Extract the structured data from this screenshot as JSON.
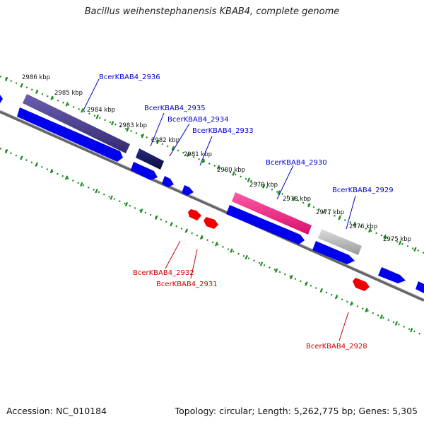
{
  "title": "Bacillus weihenstephanensis KBAB4, complete genome",
  "footer": {
    "accession": "Accession: NC_010184",
    "summary": "Topology: circular; Length: 5,262,775 bp; Genes: 5,305"
  },
  "colors": {
    "forward_gene": "#0000ee",
    "reverse_gene": "#ee0000",
    "forward_label": "#0000cc",
    "reverse_label": "#cc0000",
    "tick_dots": "#1a8a1a",
    "backbone": "#777777",
    "cog_purple": "#4a3f8f",
    "cog_navy": "#1a1a60",
    "cog_magenta": "#ee2080",
    "cog_grey": "#b8b8b8"
  },
  "tick_labels": [
    "2986 kbp",
    "2985 kbp",
    "2984 kbp",
    "2983 kbp",
    "2982 kbp",
    "2981 kbp",
    "2980 kbp",
    "2979 kbp",
    "2978 kbp",
    "2977 kbp",
    "2976 kbp",
    "2975 kbp"
  ],
  "genes_forward": [
    "BcerKBAB4_2936",
    "BcerKBAB4_2935",
    "BcerKBAB4_2934",
    "BcerKBAB4_2933",
    "BcerKBAB4_2930",
    "BcerKBAB4_2929"
  ],
  "genes_reverse": [
    "BcerKBAB4_2932",
    "BcerKBAB4_2931",
    "BcerKBAB4_2928"
  ]
}
